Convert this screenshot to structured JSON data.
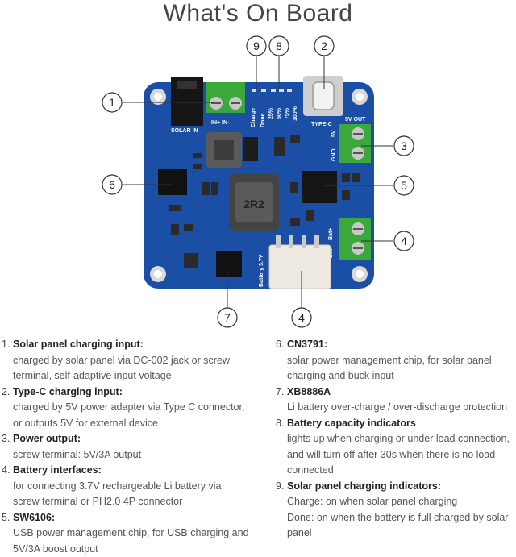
{
  "title": "What's On Board",
  "board": {
    "silk": {
      "solar_in": "SOLAR IN",
      "in_plus_minus": "IN+  IN-",
      "charge": "Charge",
      "done": "Done",
      "p25": "25%",
      "p50": "50%",
      "p75": "75%",
      "p100": "100%",
      "type_c": "TYPE-C",
      "out_5v": "5V OUT",
      "v5": "5V",
      "gnd": "GND",
      "bat_minus": "Bat-",
      "bat_plus": "Bat+",
      "battery": "Battery 3.7V",
      "inductor": "2R2"
    },
    "callouts": [
      "1",
      "2",
      "3",
      "4",
      "4",
      "5",
      "6",
      "7",
      "8",
      "9"
    ]
  },
  "items_left": [
    {
      "num": "1.",
      "title": "Solar panel charging input:",
      "lines": [
        "charged by solar panel via DC-002 jack or screw",
        "terminal, self-adaptive input voltage"
      ]
    },
    {
      "num": "2.",
      "title": "Type-C charging input:",
      "lines": [
        "charged by 5V power adapter via Type C connector,",
        "or outputs 5V for external device"
      ]
    },
    {
      "num": "3.",
      "title": "Power output:",
      "lines": [
        "screw terminal: 5V/3A output"
      ]
    },
    {
      "num": "4.",
      "title": "Battery interfaces:",
      "lines": [
        "for connecting 3.7V rechargeable Li battery via",
        "screw terminal or PH2.0 4P connector"
      ]
    },
    {
      "num": "5.",
      "title": "SW6106:",
      "lines": [
        "USB power management chip, for USB charging and",
        "5V/3A boost output"
      ]
    }
  ],
  "items_right": [
    {
      "num": "6.",
      "title": "CN3791:",
      "lines": [
        "solar power management chip, for solar panel",
        "charging and buck input"
      ]
    },
    {
      "num": "7.",
      "title": "XB8886A",
      "lines": [
        "Li battery over-charge / over-discharge protection"
      ]
    },
    {
      "num": "8.",
      "title": "Battery capacity indicators",
      "lines": [
        "lights up when charging or under load connection,",
        "and will turn off after 30s when there is no load",
        "connected"
      ]
    },
    {
      "num": "9.",
      "title": "Solar panel charging indicators:",
      "lines": [
        "Charge: on when solar panel charging",
        "Done: on when the battery is full charged by solar",
        "panel"
      ]
    }
  ]
}
